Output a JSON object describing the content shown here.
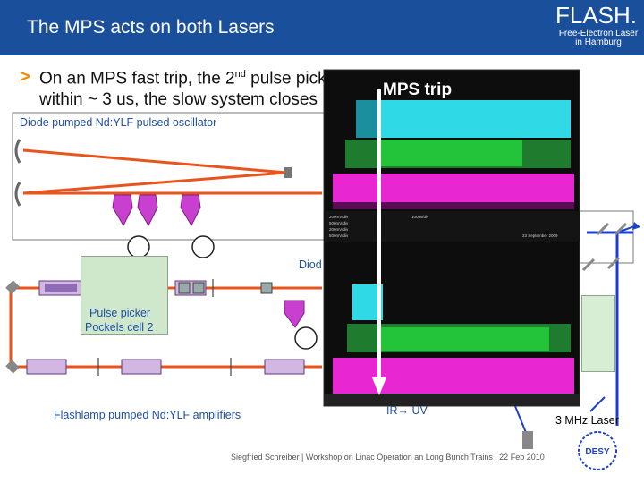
{
  "header": {
    "title": "The MPS acts on both Lasers",
    "logo_name": "FLASH.",
    "logo_subtitle": "Free-Electron Laser in Hamburg",
    "background": "#1a4f9c"
  },
  "bullet": {
    "marker": ">",
    "line1_prefix": "On an MPS fast trip, the 2",
    "line1_superscript": "nd",
    "line1_suffix": " pulse picker Pockels cell is switched off",
    "line2": "within ~ 3 us, the slow system closes"
  },
  "labels": {
    "mps_trip": "MPS trip",
    "oscillator": "Diode pumped Nd:YLF pulsed oscillator",
    "diode_partial": "Diod",
    "pulse_picker_line1": "Pulse picker",
    "pulse_picker_line2": "Pockels cell 2",
    "amplifiers": "Flashlamp pumped Nd:YLF amplifiers",
    "conversion": "IR→ UV",
    "laser_3mhz": "3 MHz Laser"
  },
  "footer": {
    "text": "Siegfried Schreiber | Workshop on Linac Operation an Long Bunch Trains | 22 Feb 2010",
    "org": "DESY"
  },
  "scope_readout": {
    "channels": [
      "200mV/div",
      "500mV/div",
      "200mV/div",
      "500mV/div"
    ],
    "timebase": "100us/div",
    "date": "23 September 2009"
  },
  "colors": {
    "accent_orange": "#f28c00",
    "beam_orange": "#e8541c",
    "optic_magenta": "#c93fd0",
    "scope_cyan": "#2fd9e6",
    "scope_green": "#23c43a",
    "scope_magenta": "#e827d2",
    "mint": "#cfe8cc",
    "beam_blue": "#1d3fd0"
  }
}
